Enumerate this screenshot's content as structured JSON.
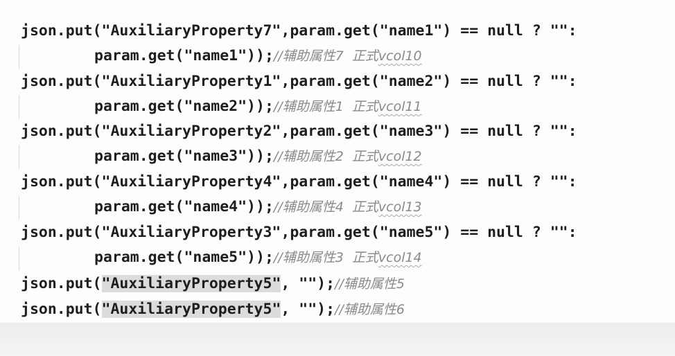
{
  "lines": [
    {
      "code": "json.put(\"AuxiliaryProperty7\",param.get(\"name1\") == null ? \"\":"
    },
    {
      "code": "param.get(\"name1\"));",
      "comment": "//辅助属性7  正式",
      "tag": "vcol10"
    },
    {
      "code": "json.put(\"AuxiliaryProperty1\",param.get(\"name2\") == null ? \"\":"
    },
    {
      "code": "param.get(\"name2\"));",
      "comment": "//辅助属性1  正式",
      "tag": "vcol11"
    },
    {
      "code": "json.put(\"AuxiliaryProperty2\",param.get(\"name3\") == null ? \"\":"
    },
    {
      "code": "param.get(\"name3\"));",
      "comment": "//辅助属性2  正式",
      "tag": "vcol12"
    },
    {
      "code": "json.put(\"AuxiliaryProperty4\",param.get(\"name4\") == null ? \"\":"
    },
    {
      "code": "param.get(\"name4\"));",
      "comment": "//辅助属性4  正式",
      "tag": "vcol13"
    },
    {
      "code": "json.put(\"AuxiliaryProperty3\",param.get(\"name5\") == null ? \"\":"
    },
    {
      "code": "param.get(\"name5\"));",
      "comment": "//辅助属性3  正式",
      "tag": "vcol14"
    },
    {
      "pre": "json.put(",
      "hl": "\"AuxiliaryProperty5\"",
      "post": ", \"\");",
      "comment": "//辅助属性5"
    },
    {
      "pre": "json.put(",
      "hl": "\"AuxiliaryProperty5\"",
      "post": ", \"\");",
      "comment": "//辅助属性6"
    }
  ]
}
